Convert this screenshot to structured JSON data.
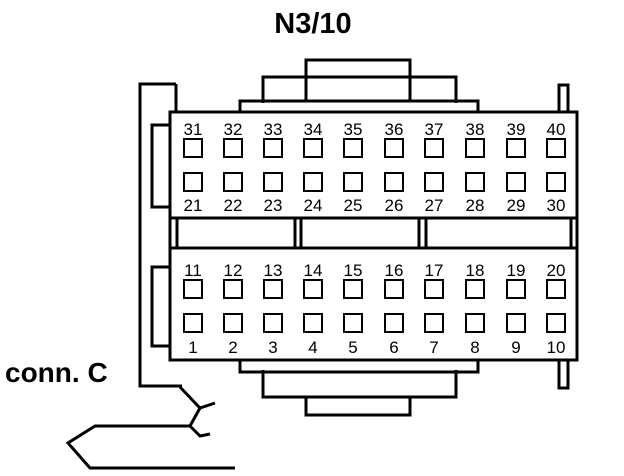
{
  "title": "N3/10",
  "connector_label": "conn. C",
  "pin_rows": [
    [
      "31",
      "32",
      "33",
      "34",
      "35",
      "36",
      "37",
      "38",
      "39",
      "40"
    ],
    [
      "21",
      "22",
      "23",
      "24",
      "25",
      "26",
      "27",
      "28",
      "29",
      "30"
    ],
    [
      "11",
      "12",
      "13",
      "14",
      "15",
      "16",
      "17",
      "18",
      "19",
      "20"
    ],
    [
      "1",
      "2",
      "3",
      "4",
      "5",
      "6",
      "7",
      "8",
      "9",
      "10"
    ]
  ],
  "colors": {
    "line": "#000000",
    "background": "#ffffff"
  }
}
